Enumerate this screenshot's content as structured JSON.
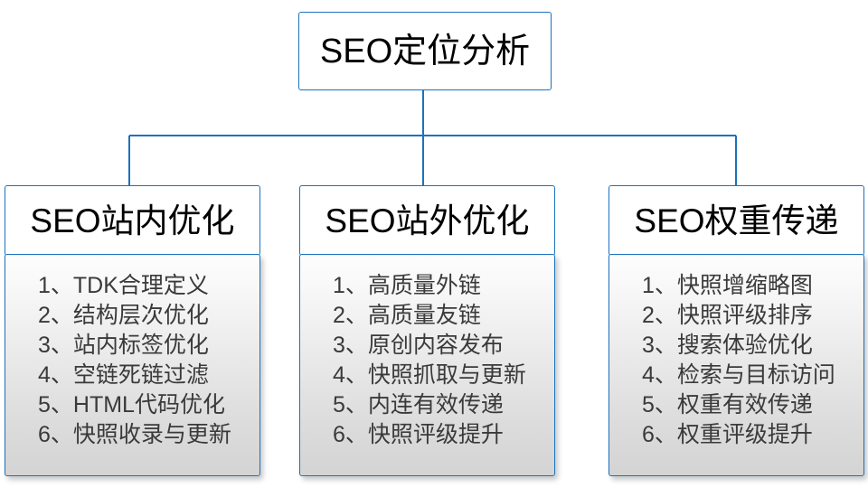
{
  "diagram": {
    "type": "org-chart",
    "root": {
      "label": "SEO定位分析"
    },
    "colors": {
      "border": "#1b72bd",
      "connector": "#1b72bd",
      "header_fill": "#ffffff",
      "body_fill_top": "#fdfdfd",
      "body_fill_bottom": "#d4d4d4",
      "header_text": "#000000",
      "item_text": "#3a3a3a"
    },
    "columns": [
      {
        "header": "SEO站内优化",
        "items": [
          {
            "index": "1、",
            "text": "TDK合理定义"
          },
          {
            "index": "2、",
            "text": "结构层次优化"
          },
          {
            "index": "3、",
            "text": "站内标签优化"
          },
          {
            "index": "4、",
            "text": "空链死链过滤"
          },
          {
            "index": "5、",
            "text": "HTML代码优化"
          },
          {
            "index": "6、",
            "text": "快照收录与更新"
          }
        ]
      },
      {
        "header": "SEO站外优化",
        "items": [
          {
            "index": "1、",
            "text": "高质量外链"
          },
          {
            "index": "2、",
            "text": "高质量友链"
          },
          {
            "index": "3、",
            "text": "原创内容发布"
          },
          {
            "index": "4、",
            "text": "快照抓取与更新"
          },
          {
            "index": "5、",
            "text": "内连有效传递"
          },
          {
            "index": "6、",
            "text": "快照评级提升"
          }
        ]
      },
      {
        "header": "SEO权重传递",
        "items": [
          {
            "index": "1、",
            "text": "快照增缩略图"
          },
          {
            "index": "2、",
            "text": "快照评级排序"
          },
          {
            "index": "3、",
            "text": "搜索体验优化"
          },
          {
            "index": "4、",
            "text": "检索与目标访问"
          },
          {
            "index": "5、",
            "text": "权重有效传递"
          },
          {
            "index": "6、",
            "text": "权重评级提升"
          }
        ]
      }
    ]
  }
}
